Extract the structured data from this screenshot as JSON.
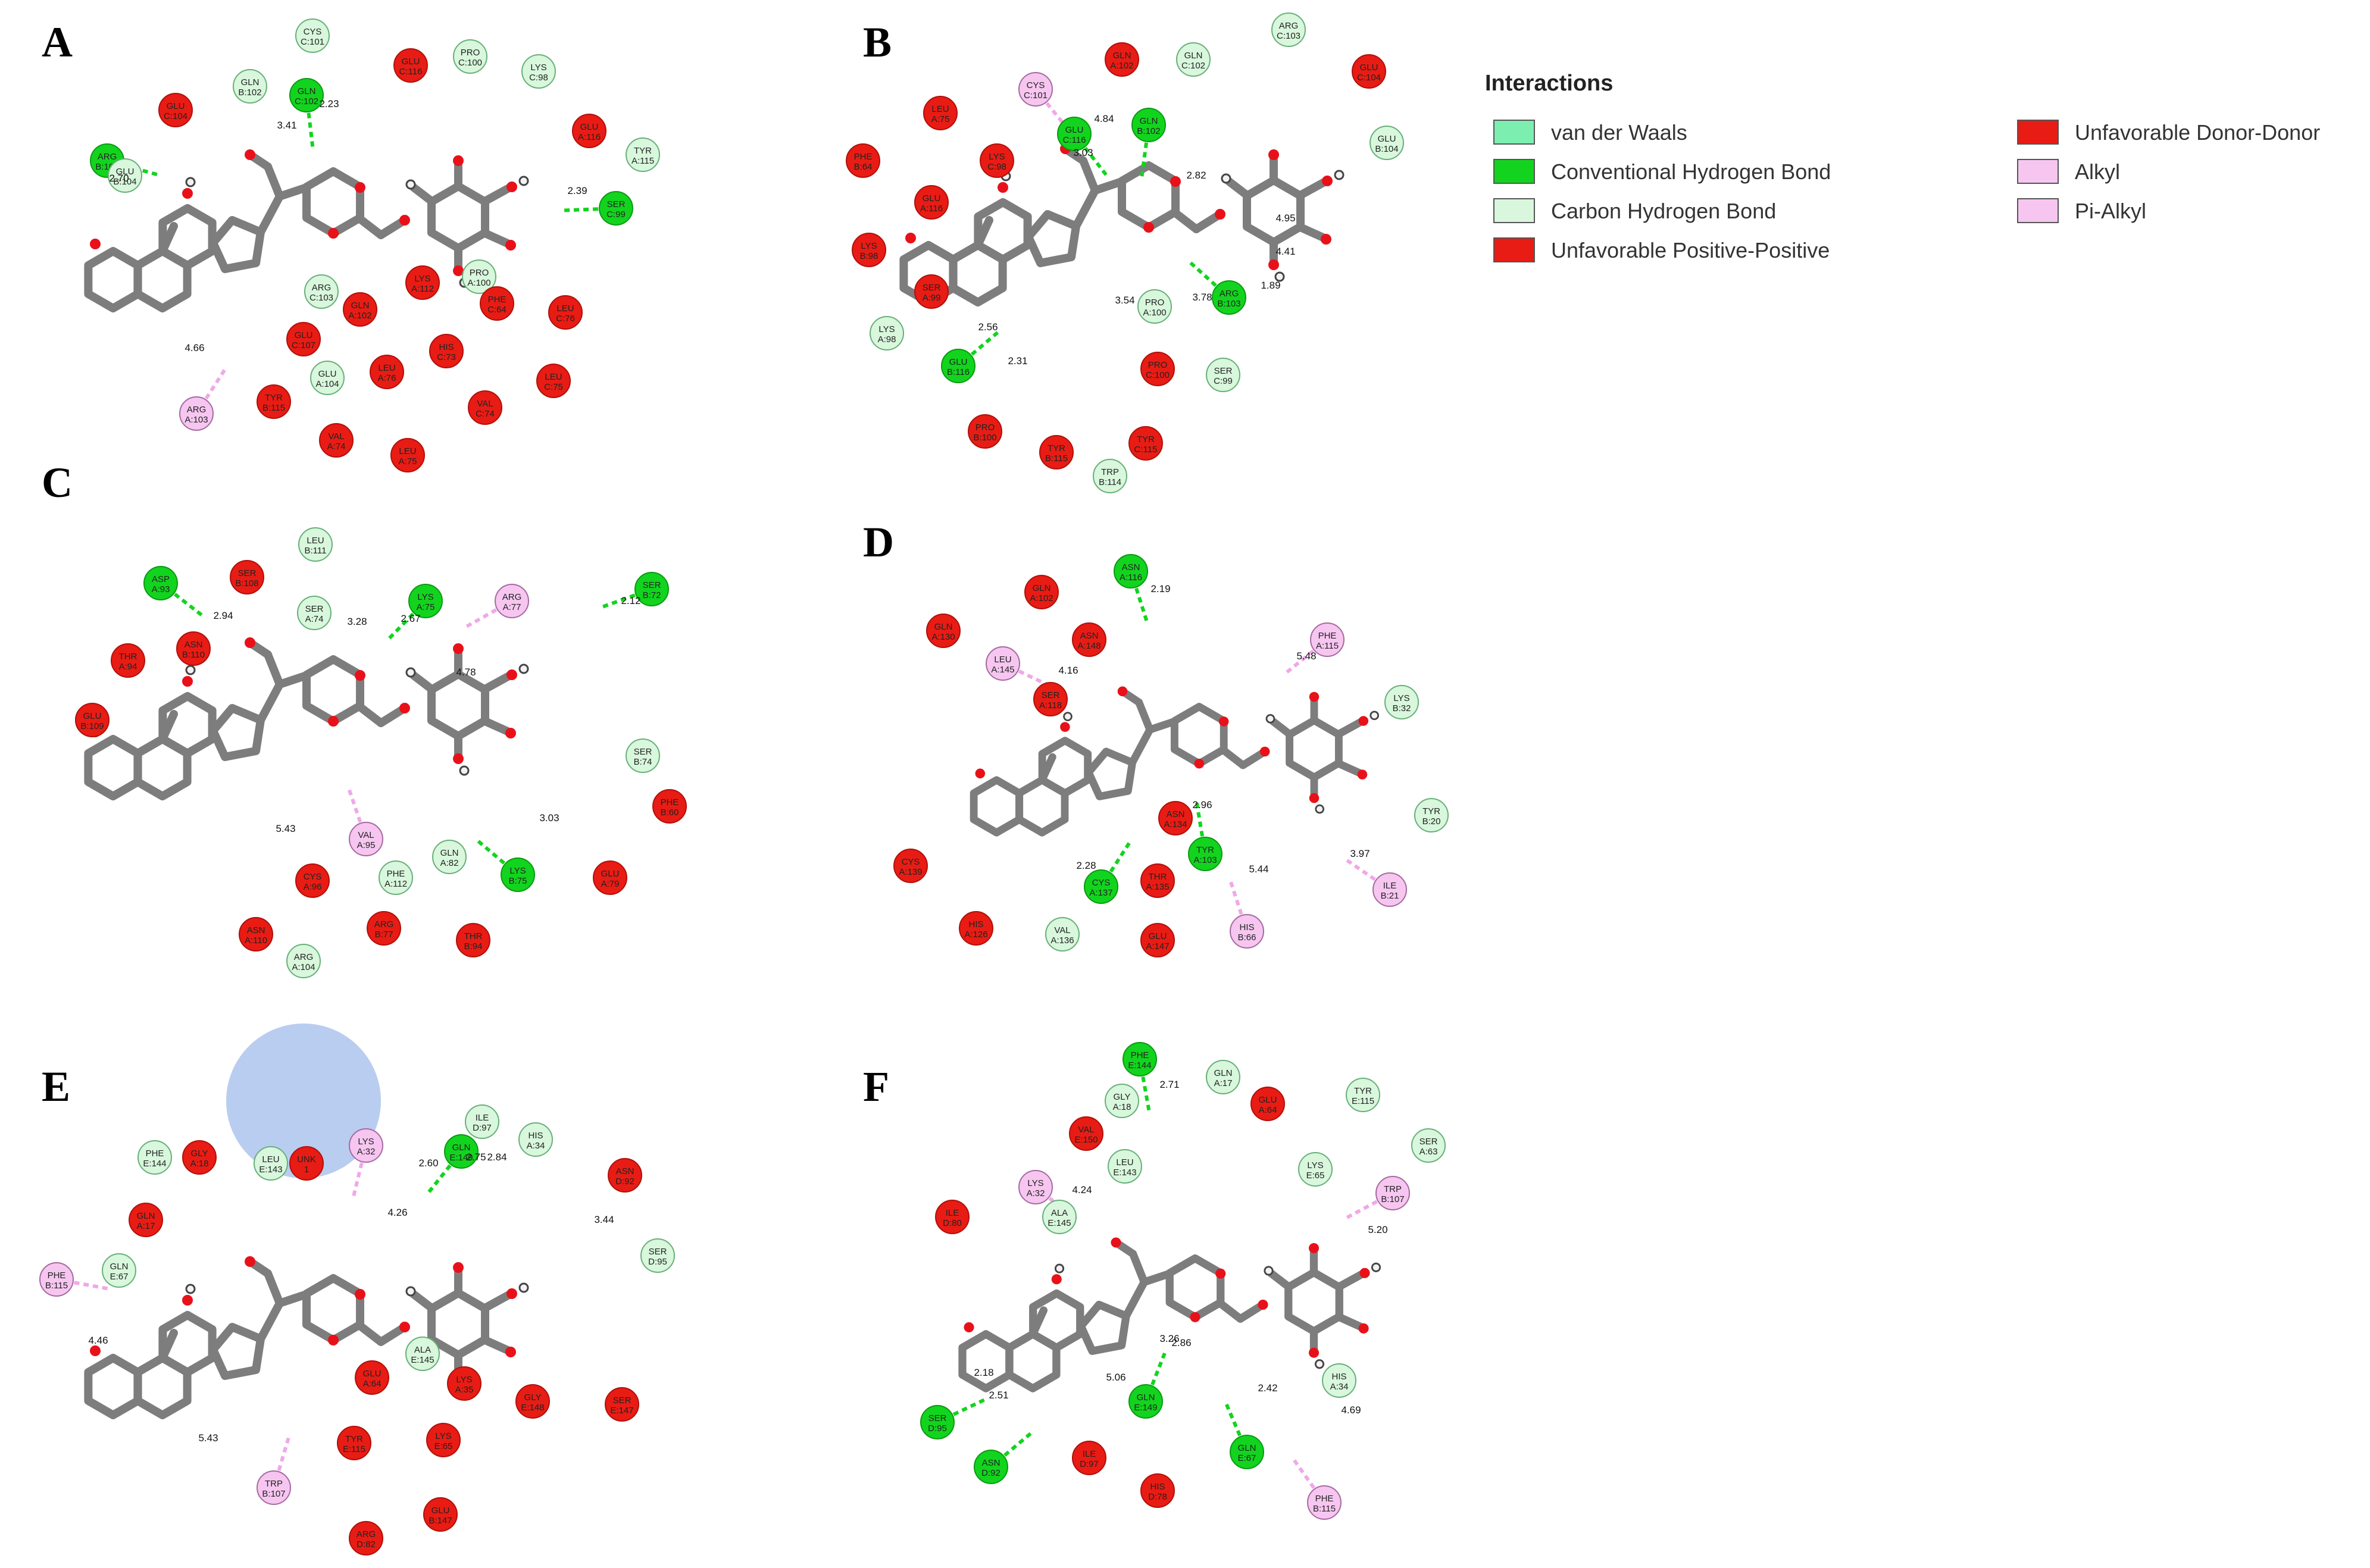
{
  "colors": {
    "vdw": "#7cefb0",
    "hbond": "#12d41e",
    "chbond": "#d8f7dc",
    "positive": "#e81c14",
    "alkyl": "#f6c6f0",
    "pialkyl": "#f6c6f0",
    "bond": "#7d7d7d",
    "oxygen": "#e8111a",
    "unk": "#b9cdf0"
  },
  "legend": {
    "title": "Interactions",
    "items": [
      {
        "label": "van der Waals",
        "type": "vdw"
      },
      {
        "label": "Conventional Hydrogen Bond",
        "type": "hbond"
      },
      {
        "label": "Carbon Hydrogen Bond",
        "type": "chbond"
      },
      {
        "label": "Unfavorable Positive-Positive",
        "type": "positive"
      },
      {
        "label": "Unfavorable Donor-Donor",
        "type": "positive"
      },
      {
        "label": "Alkyl",
        "type": "alkyl"
      },
      {
        "label": "Pi-Alkyl",
        "type": "pialkyl"
      }
    ]
  },
  "panels": [
    {
      "letter": "A",
      "residues": [
        {
          "name": "CYS",
          "chain": "C:101",
          "type": "chbond"
        },
        {
          "name": "GLN",
          "chain": "B:102",
          "type": "chbond"
        },
        {
          "name": "GLN",
          "chain": "C:102",
          "type": "hbond"
        },
        {
          "name": "GLU",
          "chain": "C:116",
          "type": "positive"
        },
        {
          "name": "PRO",
          "chain": "C:100",
          "type": "chbond"
        },
        {
          "name": "LYS",
          "chain": "C:98",
          "type": "chbond"
        },
        {
          "name": "GLU",
          "chain": "C:104",
          "type": "positive"
        },
        {
          "name": "GLU",
          "chain": "A:116",
          "type": "positive"
        },
        {
          "name": "TYR",
          "chain": "A:115",
          "type": "chbond"
        },
        {
          "name": "ARG",
          "chain": "B:103",
          "type": "hbond"
        },
        {
          "name": "GLU",
          "chain": "B:104",
          "type": "chbond"
        },
        {
          "name": "SER",
          "chain": "C:99",
          "type": "hbond"
        },
        {
          "name": "ARG",
          "chain": "C:103",
          "type": "chbond"
        },
        {
          "name": "GLN",
          "chain": "A:102",
          "type": "positive"
        },
        {
          "name": "LYS",
          "chain": "A:112",
          "type": "positive"
        },
        {
          "name": "PRO",
          "chain": "A:100",
          "type": "chbond"
        },
        {
          "name": "PHE",
          "chain": "C:64",
          "type": "positive"
        },
        {
          "name": "LEU",
          "chain": "C:76",
          "type": "positive"
        },
        {
          "name": "GLU",
          "chain": "C:107",
          "type": "positive"
        },
        {
          "name": "GLU",
          "chain": "A:104",
          "type": "chbond"
        },
        {
          "name": "LEU",
          "chain": "A:76",
          "type": "positive"
        },
        {
          "name": "HIS",
          "chain": "C:73",
          "type": "positive"
        },
        {
          "name": "LEU",
          "chain": "C:75",
          "type": "positive"
        },
        {
          "name": "ARG",
          "chain": "A:103",
          "type": "alkyl"
        },
        {
          "name": "TYR",
          "chain": "B:115",
          "type": "positive"
        },
        {
          "name": "VAL",
          "chain": "C:74",
          "type": "positive"
        },
        {
          "name": "VAL",
          "chain": "A:74",
          "type": "positive"
        },
        {
          "name": "LEU",
          "chain": "A:75",
          "type": "positive"
        }
      ],
      "distances": [
        "2.23",
        "3.41",
        "2.70",
        "2.39",
        "4.66"
      ]
    },
    {
      "letter": "B",
      "residues": [
        {
          "name": "ARG",
          "chain": "C:103",
          "type": "chbond"
        },
        {
          "name": "GLN",
          "chain": "A:102",
          "type": "positive"
        },
        {
          "name": "GLN",
          "chain": "C:102",
          "type": "chbond"
        },
        {
          "name": "GLU",
          "chain": "C:104",
          "type": "positive"
        },
        {
          "name": "CYS",
          "chain": "C:101",
          "type": "alkyl"
        },
        {
          "name": "LEU",
          "chain": "A:75",
          "type": "positive"
        },
        {
          "name": "GLU",
          "chain": "C:116",
          "type": "hbond"
        },
        {
          "name": "GLN",
          "chain": "B:102",
          "type": "hbond"
        },
        {
          "name": "GLU",
          "chain": "B:104",
          "type": "chbond"
        },
        {
          "name": "PHE",
          "chain": "B:64",
          "type": "positive"
        },
        {
          "name": "LYS",
          "chain": "C:98",
          "type": "positive"
        },
        {
          "name": "GLU",
          "chain": "A:116",
          "type": "positive"
        },
        {
          "name": "LYS",
          "chain": "B:98",
          "type": "positive"
        },
        {
          "name": "SER",
          "chain": "A:99",
          "type": "positive"
        },
        {
          "name": "PRO",
          "chain": "A:100",
          "type": "chbond"
        },
        {
          "name": "ARG",
          "chain": "B:103",
          "type": "hbond"
        },
        {
          "name": "LYS",
          "chain": "A:98",
          "type": "chbond"
        },
        {
          "name": "GLU",
          "chain": "B:116",
          "type": "hbond"
        },
        {
          "name": "PRO",
          "chain": "C:100",
          "type": "positive"
        },
        {
          "name": "SER",
          "chain": "C:99",
          "type": "chbond"
        },
        {
          "name": "PRO",
          "chain": "B:100",
          "type": "positive"
        },
        {
          "name": "TYR",
          "chain": "B:115",
          "type": "positive"
        },
        {
          "name": "TYR",
          "chain": "C:115",
          "type": "positive"
        },
        {
          "name": "TRP",
          "chain": "B:114",
          "type": "chbond"
        }
      ],
      "distances": [
        "4.84",
        "3.03",
        "2.82",
        "4.95",
        "4.41",
        "3.54",
        "3.78",
        "1.89",
        "2.56",
        "2.31"
      ]
    },
    {
      "letter": "C",
      "residues": [
        {
          "name": "LEU",
          "chain": "B:111",
          "type": "chbond"
        },
        {
          "name": "ASP",
          "chain": "A:93",
          "type": "hbond"
        },
        {
          "name": "SER",
          "chain": "B:108",
          "type": "positive"
        },
        {
          "name": "SER",
          "chain": "A:74",
          "type": "chbond"
        },
        {
          "name": "LYS",
          "chain": "A:75",
          "type": "hbond"
        },
        {
          "name": "ARG",
          "chain": "A:77",
          "type": "alkyl"
        },
        {
          "name": "SER",
          "chain": "B:72",
          "type": "hbond"
        },
        {
          "name": "THR",
          "chain": "A:94",
          "type": "positive"
        },
        {
          "name": "ASN",
          "chain": "B:110",
          "type": "positive"
        },
        {
          "name": "GLU",
          "chain": "B:109",
          "type": "positive"
        },
        {
          "name": "SER",
          "chain": "B:74",
          "type": "chbond"
        },
        {
          "name": "PHE",
          "chain": "B:60",
          "type": "positive"
        },
        {
          "name": "VAL",
          "chain": "A:95",
          "type": "alkyl"
        },
        {
          "name": "GLN",
          "chain": "A:82",
          "type": "chbond"
        },
        {
          "name": "LYS",
          "chain": "B:75",
          "type": "hbond"
        },
        {
          "name": "GLU",
          "chain": "A:79",
          "type": "positive"
        },
        {
          "name": "CYS",
          "chain": "A:96",
          "type": "positive"
        },
        {
          "name": "PHE",
          "chain": "A:112",
          "type": "chbond"
        },
        {
          "name": "ASN",
          "chain": "A:110",
          "type": "positive"
        },
        {
          "name": "ARG",
          "chain": "B:77",
          "type": "positive"
        },
        {
          "name": "THR",
          "chain": "B:94",
          "type": "positive"
        },
        {
          "name": "ARG",
          "chain": "A:104",
          "type": "chbond"
        }
      ],
      "distances": [
        "2.94",
        "3.28",
        "2.67",
        "2.12",
        "4.78",
        "5.43",
        "3.03"
      ]
    },
    {
      "letter": "D",
      "residues": [
        {
          "name": "ASN",
          "chain": "A:116",
          "type": "hbond"
        },
        {
          "name": "GLN",
          "chain": "A:102",
          "type": "positive"
        },
        {
          "name": "GLN",
          "chain": "A:130",
          "type": "positive"
        },
        {
          "name": "ASN",
          "chain": "A:148",
          "type": "positive"
        },
        {
          "name": "PHE",
          "chain": "A:115",
          "type": "alkyl"
        },
        {
          "name": "LEU",
          "chain": "A:145",
          "type": "alkyl"
        },
        {
          "name": "SER",
          "chain": "A:118",
          "type": "positive"
        },
        {
          "name": "LYS",
          "chain": "B:32",
          "type": "chbond"
        },
        {
          "name": "ASN",
          "chain": "A:134",
          "type": "positive"
        },
        {
          "name": "TYR",
          "chain": "A:103",
          "type": "hbond"
        },
        {
          "name": "TYR",
          "chain": "B:20",
          "type": "chbond"
        },
        {
          "name": "CYS",
          "chain": "A:139",
          "type": "positive"
        },
        {
          "name": "CYS",
          "chain": "A:137",
          "type": "hbond"
        },
        {
          "name": "THR",
          "chain": "A:135",
          "type": "positive"
        },
        {
          "name": "ILE",
          "chain": "B:21",
          "type": "alkyl"
        },
        {
          "name": "HIS",
          "chain": "A:126",
          "type": "positive"
        },
        {
          "name": "VAL",
          "chain": "A:136",
          "type": "chbond"
        },
        {
          "name": "GLU",
          "chain": "A:147",
          "type": "positive"
        },
        {
          "name": "HIS",
          "chain": "B:66",
          "type": "alkyl"
        }
      ],
      "distances": [
        "2.19",
        "5.48",
        "4.16",
        "2.96",
        "2.28",
        "5.44",
        "3.97"
      ]
    },
    {
      "letter": "E",
      "residues": [
        {
          "name": "ILE",
          "chain": "D:97",
          "type": "chbond"
        },
        {
          "name": "HIS",
          "chain": "A:34",
          "type": "chbond"
        },
        {
          "name": "LYS",
          "chain": "A:32",
          "type": "alkyl"
        },
        {
          "name": "GLN",
          "chain": "E:149",
          "type": "hbond"
        },
        {
          "name": "ASN",
          "chain": "D:92",
          "type": "positive"
        },
        {
          "name": "PHE",
          "chain": "E:144",
          "type": "chbond"
        },
        {
          "name": "GLY",
          "chain": "A:18",
          "type": "positive"
        },
        {
          "name": "LEU",
          "chain": "E:143",
          "type": "chbond"
        },
        {
          "name": "UNK",
          "chain": "1",
          "type": "positive"
        },
        {
          "name": "GLN",
          "chain": "A:17",
          "type": "positive"
        },
        {
          "name": "SER",
          "chain": "D:95",
          "type": "chbond"
        },
        {
          "name": "PHE",
          "chain": "B:115",
          "type": "alkyl"
        },
        {
          "name": "GLN",
          "chain": "E:67",
          "type": "chbond"
        },
        {
          "name": "ALA",
          "chain": "E:145",
          "type": "chbond"
        },
        {
          "name": "GLU",
          "chain": "A:64",
          "type": "positive"
        },
        {
          "name": "LYS",
          "chain": "A:35",
          "type": "positive"
        },
        {
          "name": "GLY",
          "chain": "E:148",
          "type": "positive"
        },
        {
          "name": "SER",
          "chain": "E:147",
          "type": "positive"
        },
        {
          "name": "TYR",
          "chain": "E:115",
          "type": "positive"
        },
        {
          "name": "LYS",
          "chain": "E:65",
          "type": "positive"
        },
        {
          "name": "TRP",
          "chain": "B:107",
          "type": "alkyl"
        },
        {
          "name": "GLU",
          "chain": "B:147",
          "type": "positive"
        },
        {
          "name": "ARG",
          "chain": "D:82",
          "type": "positive"
        }
      ],
      "distances": [
        "2.60",
        "2.75",
        "2.84",
        "3.44",
        "4.26",
        "4.46",
        "5.43"
      ]
    },
    {
      "letter": "F",
      "residues": [
        {
          "name": "PHE",
          "chain": "E:144",
          "type": "hbond"
        },
        {
          "name": "GLN",
          "chain": "A:17",
          "type": "chbond"
        },
        {
          "name": "TYR",
          "chain": "E:115",
          "type": "chbond"
        },
        {
          "name": "GLY",
          "chain": "A:18",
          "type": "chbond"
        },
        {
          "name": "GLU",
          "chain": "A:64",
          "type": "positive"
        },
        {
          "name": "SER",
          "chain": "A:63",
          "type": "chbond"
        },
        {
          "name": "VAL",
          "chain": "E:150",
          "type": "positive"
        },
        {
          "name": "LEU",
          "chain": "E:143",
          "type": "chbond"
        },
        {
          "name": "LYS",
          "chain": "E:65",
          "type": "chbond"
        },
        {
          "name": "LYS",
          "chain": "A:32",
          "type": "alkyl"
        },
        {
          "name": "TRP",
          "chain": "B:107",
          "type": "alkyl"
        },
        {
          "name": "ALA",
          "chain": "E:145",
          "type": "chbond"
        },
        {
          "name": "ILE",
          "chain": "D:80",
          "type": "positive"
        },
        {
          "name": "HIS",
          "chain": "A:34",
          "type": "chbond"
        },
        {
          "name": "GLN",
          "chain": "E:149",
          "type": "hbond"
        },
        {
          "name": "SER",
          "chain": "D:95",
          "type": "hbond"
        },
        {
          "name": "GLN",
          "chain": "E:67",
          "type": "hbond"
        },
        {
          "name": "ASN",
          "chain": "D:92",
          "type": "hbond"
        },
        {
          "name": "ILE",
          "chain": "D:97",
          "type": "positive"
        },
        {
          "name": "HIS",
          "chain": "D:78",
          "type": "positive"
        },
        {
          "name": "PHE",
          "chain": "B:115",
          "type": "alkyl"
        }
      ],
      "distances": [
        "2.71",
        "4.24",
        "5.20",
        "3.26",
        "2.86",
        "2.42",
        "2.18",
        "2.51",
        "5.06",
        "4.69"
      ]
    }
  ]
}
